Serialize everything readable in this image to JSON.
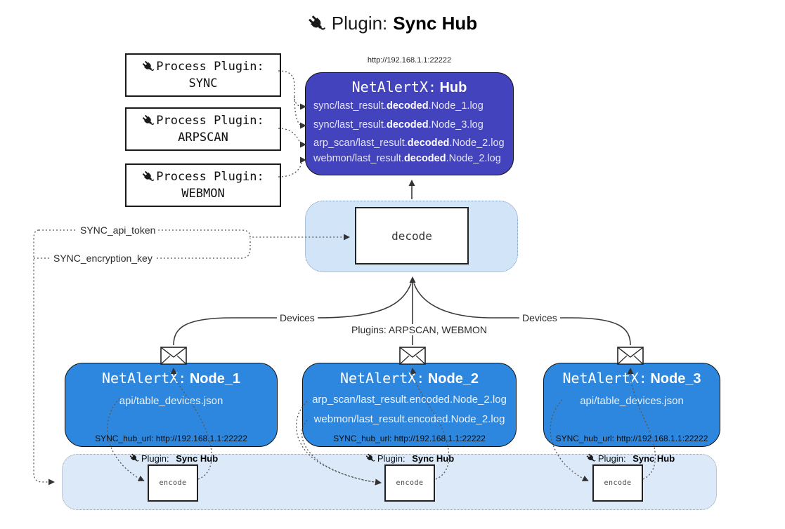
{
  "title": {
    "prefix": "Plugin:",
    "name": "Sync Hub",
    "icon": "plug-icon"
  },
  "process_plugins": [
    {
      "label": "Process Plugin:",
      "name": "SYNC"
    },
    {
      "label": "Process Plugin:",
      "name": "ARPSCAN"
    },
    {
      "label": "Process Plugin:",
      "name": "WEBMON"
    }
  ],
  "hub": {
    "url_label": "http://192.168.1.1:22222",
    "title_prefix": "NetAlertX:",
    "title_name": "Hub",
    "entries": [
      {
        "pre": "sync/last_result.",
        "bold": "decoded",
        "post": ".Node_1.log"
      },
      {
        "pre": "sync/last_result.",
        "bold": "decoded",
        "post": ".Node_3.log"
      },
      {
        "pre": "arp_scan/last_result.",
        "bold": "decoded",
        "post": ".Node_2.log"
      },
      {
        "pre": "webmon/last_result.",
        "bold": "decoded",
        "post": ".Node_2.log"
      }
    ]
  },
  "decode": {
    "label": "decode"
  },
  "config": {
    "api_token": "SYNC_api_token",
    "encryption_key": "SYNC_encryption_key"
  },
  "edges": {
    "devices_left": "Devices",
    "plugins_center": "Plugins: ARPSCAN, WEBMON",
    "devices_right": "Devices"
  },
  "nodes": [
    {
      "title_prefix": "NetAlertX:",
      "title_name": "Node_1",
      "files": [
        "api/table_devices.json"
      ],
      "hub_url": "SYNC_hub_url: http://192.168.1.1:22222"
    },
    {
      "title_prefix": "NetAlertX:",
      "title_name": "Node_2",
      "files": [
        "arp_scan/last_result.encoded.Node_2.log",
        "webmon/last_result.encoded.Node_2.log"
      ],
      "hub_url": "SYNC_hub_url: http://192.168.1.1:22222"
    },
    {
      "title_prefix": "NetAlertX:",
      "title_name": "Node_3",
      "files": [
        "api/table_devices.json"
      ],
      "hub_url": "SYNC_hub_url: http://192.168.1.1:22222"
    }
  ],
  "encode_sections": [
    {
      "plugin_prefix": "Plugin:",
      "plugin_name": "Sync Hub",
      "box_label": "encode"
    },
    {
      "plugin_prefix": "Plugin:",
      "plugin_name": "Sync Hub",
      "box_label": "encode"
    },
    {
      "plugin_prefix": "Plugin:",
      "plugin_name": "Sync Hub",
      "box_label": "encode"
    }
  ],
  "colors": {
    "hub_fill": "#4343bd",
    "node_fill": "#2e87de",
    "decode_container_fill": "#d2e4f7",
    "encode_container_fill": "#dbe9f8",
    "line_color": "#3a3a3a"
  }
}
